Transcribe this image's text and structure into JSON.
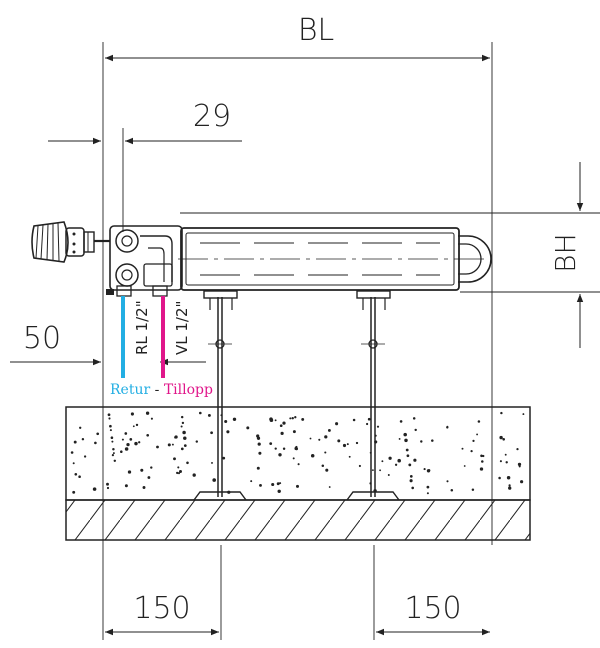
{
  "dimensions": {
    "total_length": "BL",
    "offset_top": "29",
    "height": "BH",
    "offset_left": "50",
    "foot_left": "150",
    "foot_right": "150"
  },
  "pipes": {
    "return_label": "RL 1/2\"",
    "flow_label": "VL 1/2\""
  },
  "legend": {
    "return_text": "Retur",
    "separator": " - ",
    "flow_text": "Tillopp"
  },
  "colors": {
    "return": "#22aee3",
    "flow": "#e0168a",
    "line": "#222222",
    "hatch": "#222222"
  }
}
